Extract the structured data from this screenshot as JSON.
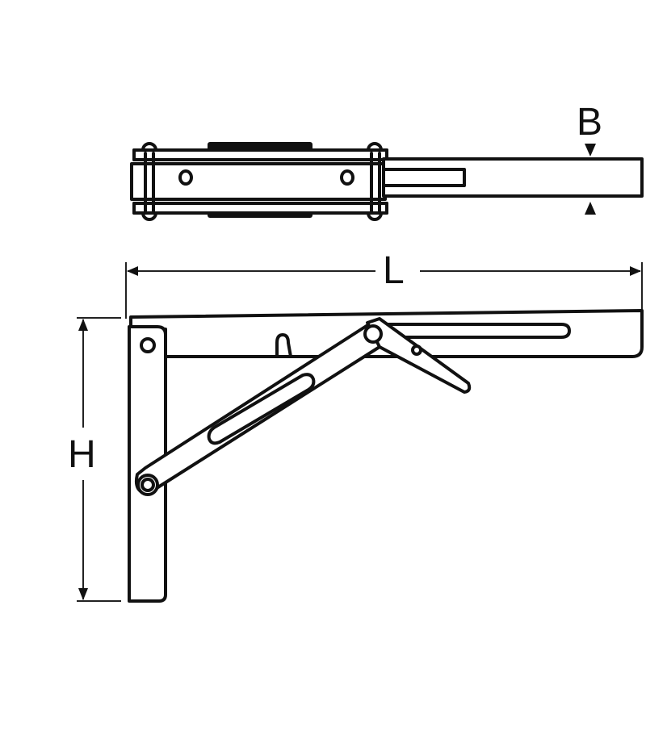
{
  "drawing": {
    "subject": "Folding shelf bracket",
    "views": [
      "top-view",
      "side-view"
    ],
    "line_color": "#111111",
    "background": "#ffffff"
  },
  "dimensions": {
    "width_label": "B",
    "length_label": "L",
    "height_label": "H"
  }
}
